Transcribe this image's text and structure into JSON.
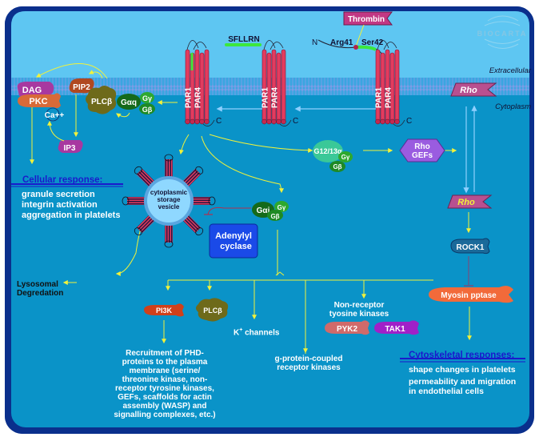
{
  "title": "PAR1-PAR4 thrombin receptor signaling",
  "logo": "BIOCARTA",
  "compartments": {
    "extracellular": "Extracellular",
    "cytoplasm": "Cytoplasm"
  },
  "colors": {
    "extracellular": "#5ec6f2",
    "cytoplasm": "#0a93c8",
    "frame": "#0a2f8c",
    "receptor": "#e23c5f",
    "arrow": "#f2f23a",
    "response_heading": "#1a1acc"
  },
  "ligands": {
    "thrombin": "Thrombin",
    "peptide": "SFLLRN",
    "n_terminus": "N",
    "cleavage_left": "Arg41",
    "cleavage_right": "Ser42"
  },
  "receptors": [
    {
      "labels": [
        "PAR1",
        "PAR4"
      ],
      "c_terminus": "C"
    },
    {
      "labels": [
        "PAR1",
        "PAR4"
      ],
      "c_terminus": "C"
    },
    {
      "labels": [
        "PAR1",
        "PAR4"
      ],
      "c_terminus": "C"
    }
  ],
  "molecules": {
    "dag": "DAG",
    "pkc": "PKC",
    "pip2": "PIP2",
    "plcb": "PLCβ",
    "gaq": "Gαq",
    "gg": "Gγ",
    "gb": "Gβ",
    "ca": "Ca++",
    "ip3": "IP3",
    "g1213": "G12/13α",
    "rhogefs_1": "Rho",
    "rhogefs_2": "GEFs",
    "rho_membrane": "Rho",
    "rho_cyto": "Rho",
    "rock1": "ROCK1",
    "myosin": "Myosin pptase",
    "gai": "Gαi",
    "adenylyl_1": "Adenylyl",
    "adenylyl_2": "cyclase",
    "pi3k": "PI3K",
    "plcb2": "PLCβ",
    "k_channels": "K",
    "k_sup": "+",
    "k_channels_suffix": " channels",
    "pyk2": "PYK2",
    "tak1": "TAK1",
    "vesicle": [
      "cytoplasmic",
      "storage",
      "vesicle"
    ]
  },
  "labels": {
    "lysosomal": [
      "Lysosomal",
      "Degredation"
    ],
    "non_receptor": [
      "Non-receptor",
      "tyosine kinases"
    ],
    "gpcr_kinases": [
      "g-protein-coupled",
      "receptor kinases"
    ],
    "recruitment": [
      "Recruitment of PHD-",
      "proteins to the plasma",
      "membrane (serine/",
      "threonine kinase, non-",
      "receptor tyrosine kinases,",
      "GEFs, scaffolds for actin",
      "assembly (WASP) and",
      "signalling complexes, etc.)"
    ]
  },
  "responses": {
    "cellular": {
      "heading": "Cellular response:",
      "items": [
        "granule secretion",
        "integrin activation",
        "aggregation in platelets"
      ]
    },
    "cytoskeletal": {
      "heading": "Cytoskeletal responses:",
      "items": [
        "shape changes in platelets",
        "permeability and migration",
        "in endothelial cells"
      ]
    }
  }
}
